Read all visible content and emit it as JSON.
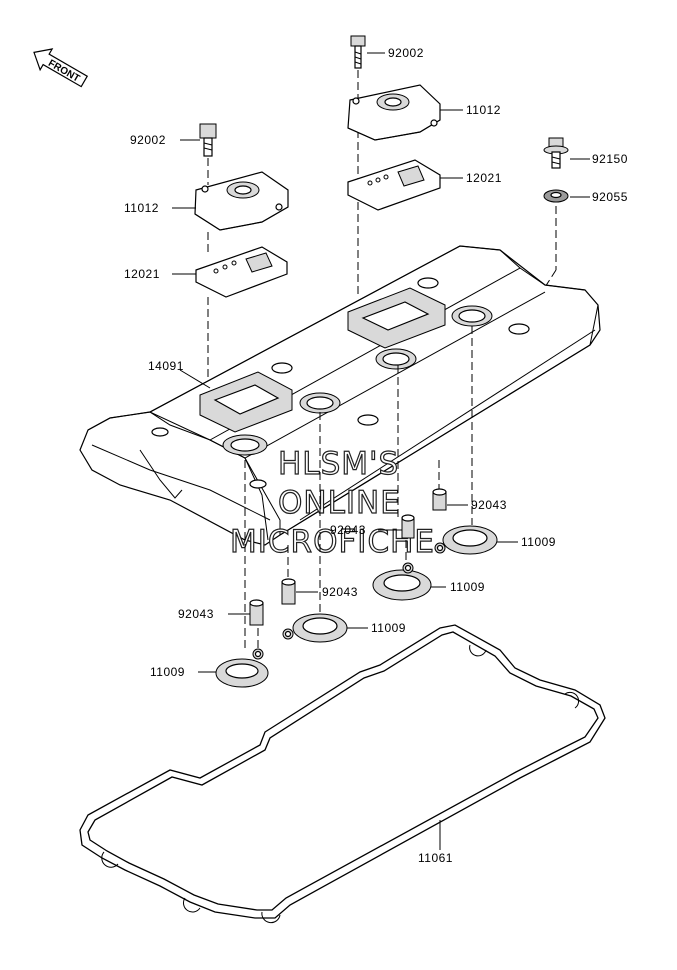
{
  "front_arrow": {
    "label": "FRONT"
  },
  "watermark": {
    "line1": "HLSM'S",
    "line2": "ONLINE",
    "line3": "MICROFICHE"
  },
  "labels": {
    "bolt_right": "92002",
    "bolt_left": "92002",
    "cap_right": "11012",
    "cap_left": "11012",
    "plate_right": "12021",
    "plate_left": "12021",
    "bolt_92150": "92150",
    "washer_92055": "92055",
    "cover": "14091",
    "collar_right": "92043",
    "collar_mid_center": "92043",
    "collar_mid": "92043",
    "collar_left": "92043",
    "gasket_right": "11009",
    "gasket_mid_right": "11009",
    "gasket_mid": "11009",
    "gasket_left": "11009",
    "head_gasket": "11061"
  }
}
